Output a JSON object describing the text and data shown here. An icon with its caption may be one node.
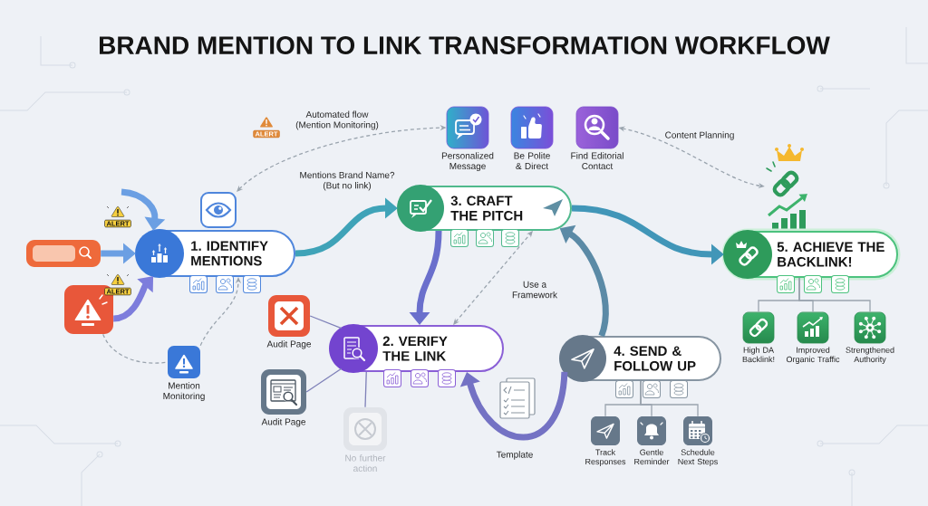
{
  "diagram": {
    "title": "BRAND MENTION TO LINK TRANSFORMATION WORKFLOW",
    "nodes": [
      {
        "text": [
          "Personalized Message"
        ]
      },
      {
        "text": [
          "Be Polite & Direct"
        ]
      },
      {
        "text": [
          "Find Editorial Contact"
        ]
      },
      {
        "text": [],
        "shape": "box"
      },
      {
        "text": [
          "3. CRAFT THE PITCH"
        ]
      },
      {
        "text": [],
        "shape": "picture"
      },
      {
        "text": [],
        "shape": "box"
      },
      {
        "text": [
          "1. IDENTIFY MENTIONS"
        ]
      },
      {
        "text": [
          "5. ACHIEVE THE BACKLINK!"
        ]
      },
      {
        "text": [],
        "shape": "box"
      },
      {
        "text": [
          "Audit Page"
        ]
      },
      {
        "text": [
          "2. VERIFY THE LINK"
        ]
      },
      {
        "text": [
          "Audit Page"
        ]
      },
      {
        "text": [
          "4. SEND & FOLLOW UP"
        ]
      },
      {
        "text": [
          "Mention Monitoring"
        ]
      },
      {
        "text": [
          "No further action"
        ]
      },
      {
        "text": [
          "Track Responses"
        ]
      },
      {
        "text": [
          "Gentle Reminder"
        ]
      },
      {
        "text": [
          "Schedule Next Steps"
        ]
      },
      {
        "text": [
          "High DA Backlink!"
        ]
      },
      {
        "text": [
          "Improved Organic Traffic"
        ]
      },
      {
        "text": [
          "Strengthened Authority"
        ]
      }
    ],
    "edges": [
      {
        "from": null,
        "to": 7,
        "arrow": "to",
        "style": "thick",
        "color": "#6b9fe3"
      },
      {
        "from": 6,
        "to": 7,
        "arrow": "to",
        "style": "thick",
        "color": "#6b9fe3"
      },
      {
        "from": 9,
        "to": 7,
        "arrow": "to",
        "style": "thick",
        "color": "#7d7ddc"
      },
      {
        "from": 9,
        "to": 14,
        "arrow": "none",
        "style": "dashed"
      },
      {
        "from": 14,
        "to": 7,
        "arrow": "to",
        "style": "dashed"
      },
      {
        "from": 3,
        "to": 0,
        "arrow": "both",
        "style": "dashed",
        "label": "Automated flow (Mention Monitoring)"
      },
      {
        "from": 7,
        "to": 4,
        "arrow": "to",
        "style": "thick",
        "color": "#3fa3b8",
        "label": "Mentions Brand Name? (But no link)"
      },
      {
        "from": 2,
        "to": 5,
        "arrow": "both",
        "style": "dashed",
        "label": "Content Planning"
      },
      {
        "from": 4,
        "to": 8,
        "arrow": "to",
        "style": "thick",
        "color": "#4196b8"
      },
      {
        "from": 4,
        "to": 11,
        "arrow": "to",
        "style": "thick",
        "color": "#6a6fcc"
      },
      {
        "from": 11,
        "to": 4,
        "arrow": "both",
        "style": "dashed",
        "label": "Use a Framework"
      },
      {
        "from": 13,
        "to": 4,
        "arrow": "to",
        "style": "thick",
        "color": "#5b8aa6"
      },
      {
        "from": 13,
        "to": 11,
        "arrow": "to",
        "style": "thick",
        "color": "#7472c4"
      },
      {
        "from": 11,
        "to": 10,
        "arrow": "none",
        "color": "#7e80b8"
      },
      {
        "from": 11,
        "to": 12,
        "arrow": "none",
        "color": "#7e80b8"
      },
      {
        "from": 11,
        "to": 15,
        "arrow": "none",
        "color": "#7e80b8"
      },
      {
        "from": 13,
        "to": 16,
        "arrow": "none"
      },
      {
        "from": 13,
        "to": 17,
        "arrow": "none"
      },
      {
        "from": 13,
        "to": 18,
        "arrow": "none"
      },
      {
        "from": 8,
        "to": 19,
        "arrow": "none"
      },
      {
        "from": 8,
        "to": 20,
        "arrow": "none"
      },
      {
        "from": 8,
        "to": 21,
        "arrow": "none"
      }
    ],
    "labels": [
      "ALERT",
      "ALERT",
      "ALERT",
      "Template"
    ]
  }
}
